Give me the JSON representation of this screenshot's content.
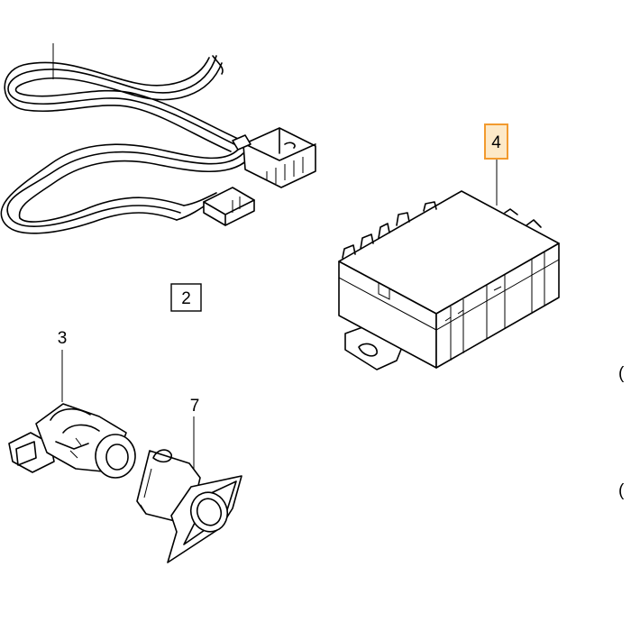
{
  "callouts": {
    "p2": "2",
    "p3": "3",
    "p4": "4",
    "p7": "7",
    "edge_a": "(",
    "edge_b": "("
  },
  "colors": {
    "highlight_fill": "#fde9c8",
    "highlight_stroke": "#f29a2e",
    "line": "#000000"
  }
}
